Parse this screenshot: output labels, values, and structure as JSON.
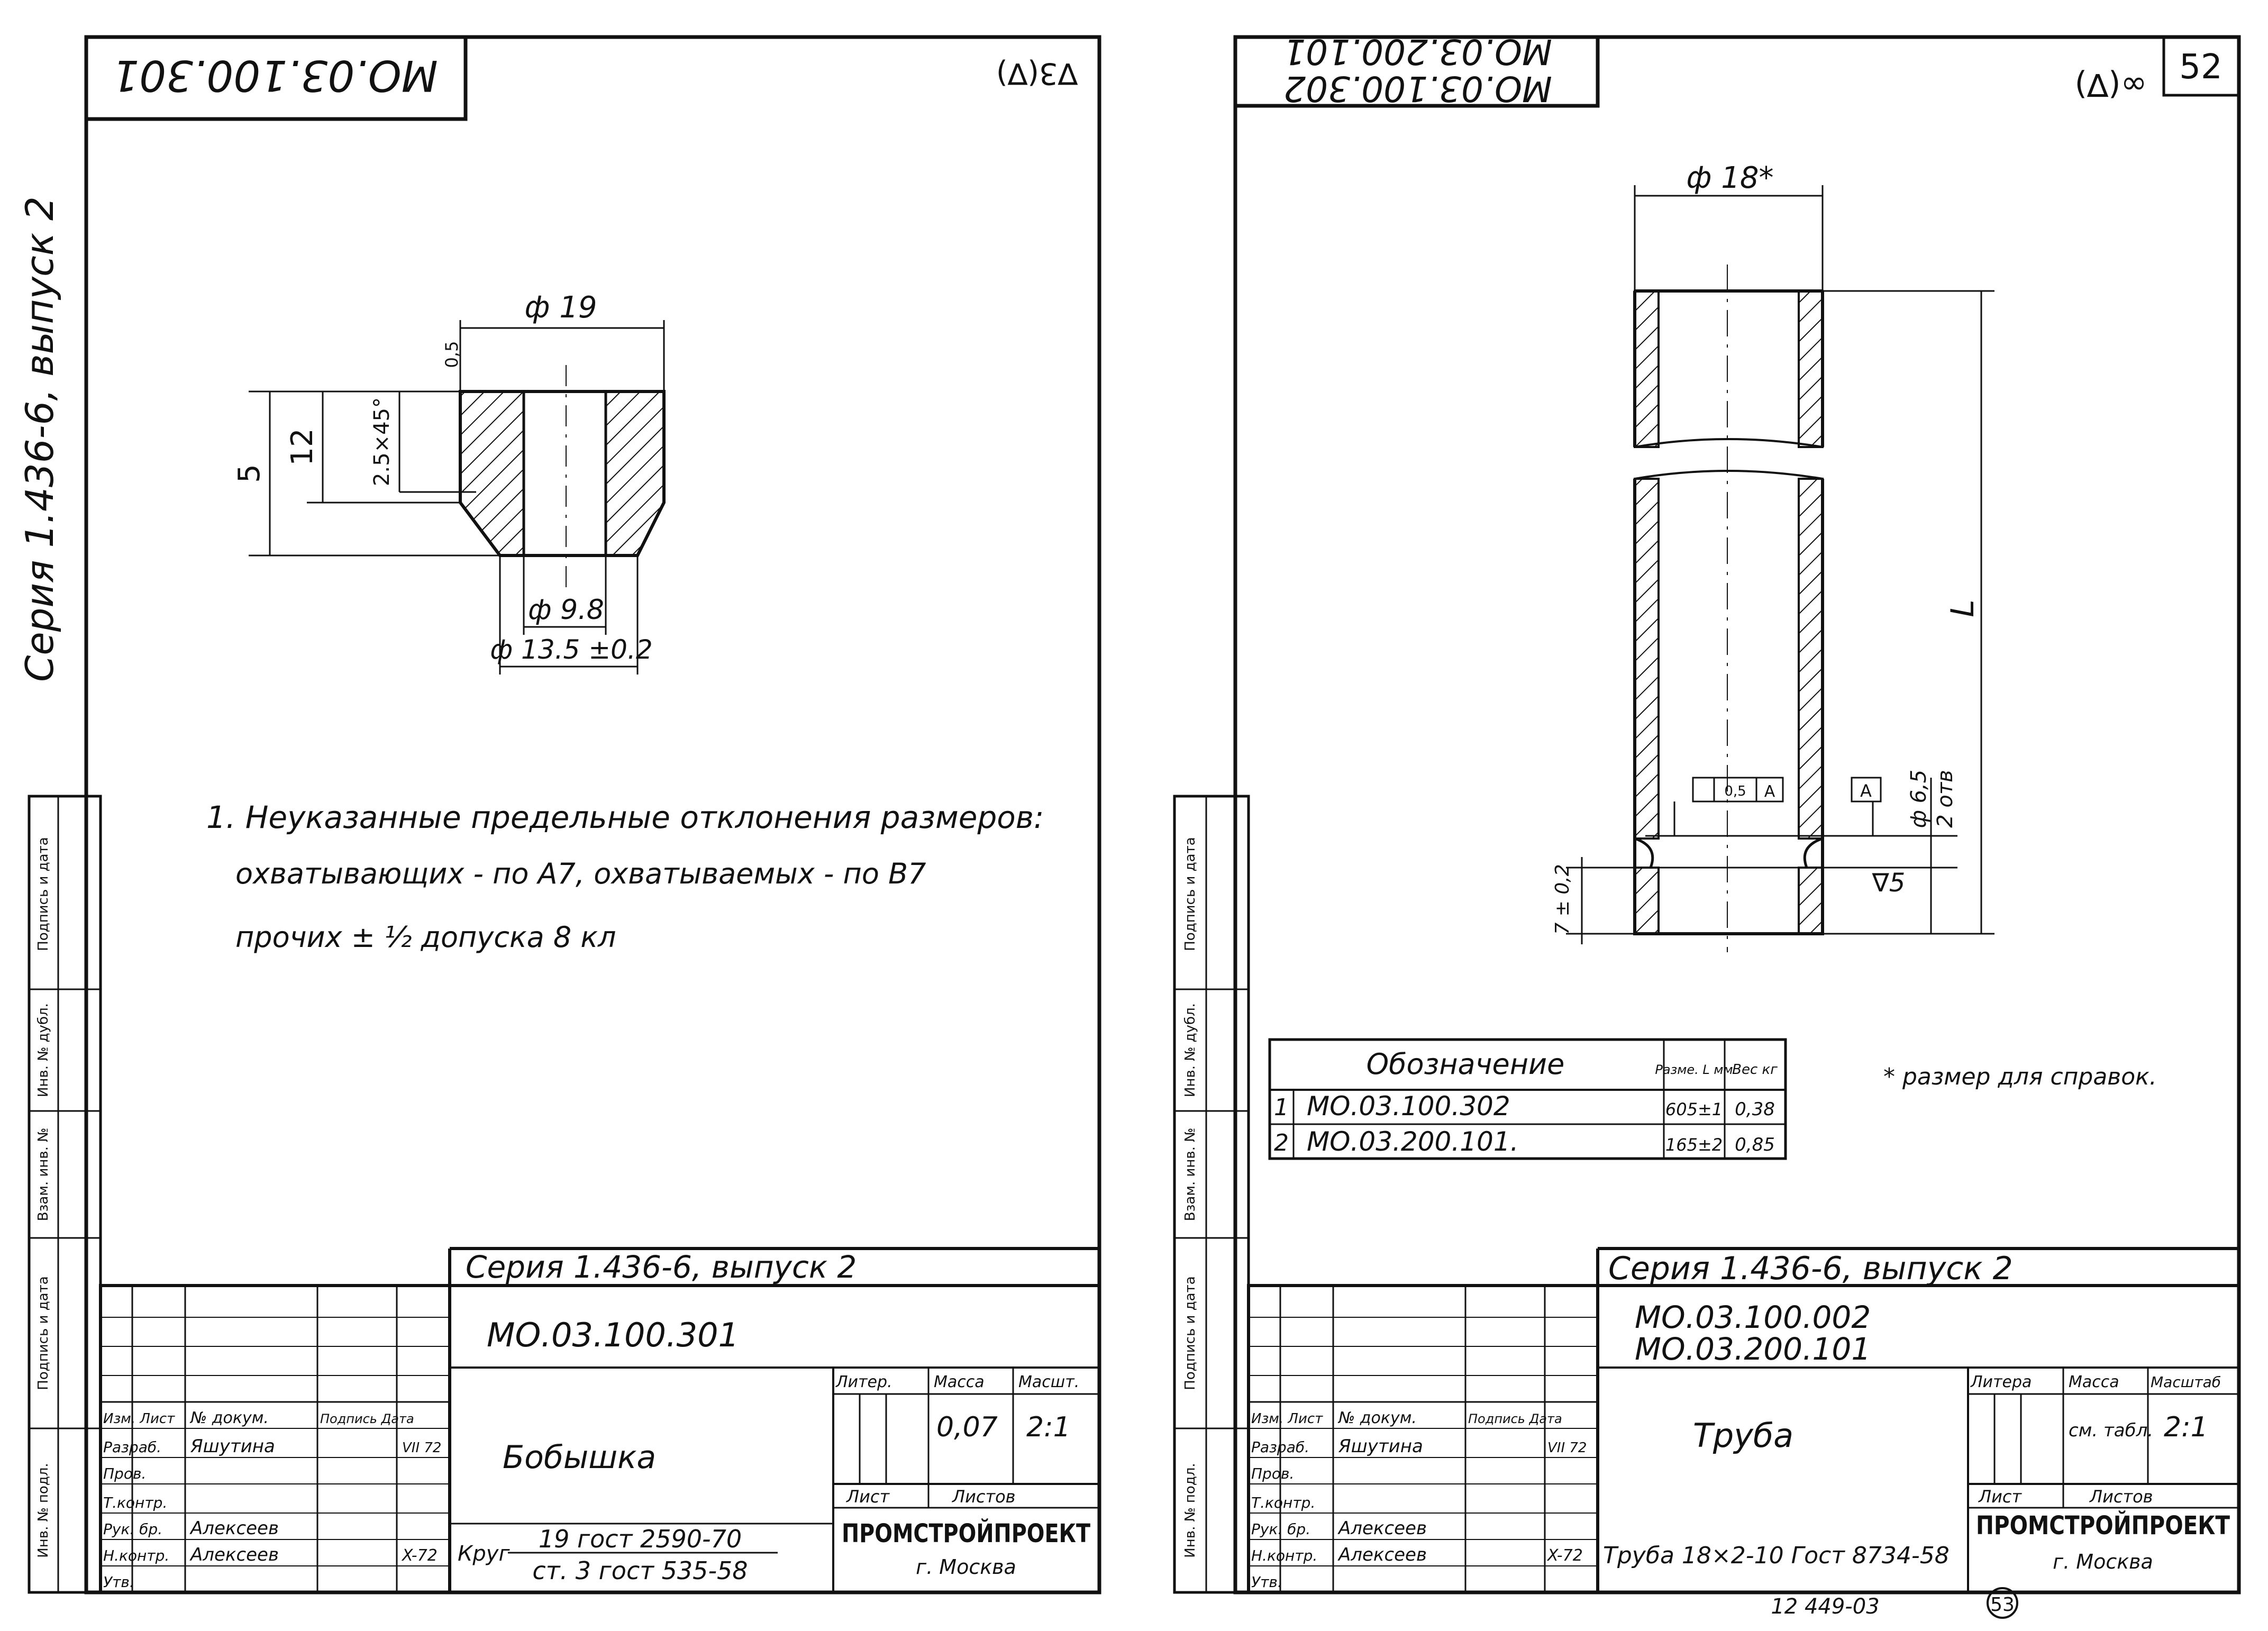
{
  "left_sheet": {
    "code_top": "МО.03.100.301",
    "corner_mark": "∇3(∇)",
    "series_vertical": "Серия 1.436-6, выпуск 2",
    "dims": {
      "d_top": "ф 19",
      "chamfer": "0,5",
      "h5": "5",
      "h12": "12",
      "h_chamfer": "2.5×45°",
      "d_hole": "ф 9.8",
      "d_bottom": "ф 13.5 ±0.2"
    },
    "note_lines": [
      "1. Неуказанные предельные отклонения размеров:",
      "охватывающих - по А7, охватываемых - по В7",
      "прочих ± ½ допуска 8 кл"
    ],
    "title_block": {
      "series": "Серия 1.436-6,   выпуск 2",
      "designation": "МО.03.100.301",
      "name": "Бобышка",
      "col_litera": "Литер.",
      "col_massa": "Масса",
      "col_masht": "Масшт.",
      "massa": "0,07",
      "masht": "2:1",
      "col_list": "Лист",
      "col_listov": "Листов",
      "material_top": "19 гост 2590-70",
      "material_prefix": "Круг",
      "material_bottom": "ст. 3 гост 535-58",
      "org": "ПРОМСТРОЙПРОЕКТ",
      "city": "г. Москва",
      "rows": [
        {
          "role": "Изм. Лист",
          "name": "№ докум.",
          "date": "Подпись Дата"
        },
        {
          "role": "Разраб.",
          "name": "Яшутина",
          "date": "VII 72"
        },
        {
          "role": "Пров.",
          "name": "",
          "date": ""
        },
        {
          "role": "Т.контр.",
          "name": "",
          "date": ""
        },
        {
          "role": "Рук. бр.",
          "name": "Алексеев",
          "date": ""
        },
        {
          "role": "Н.контр.",
          "name": "Алексеев",
          "date": "X-72"
        },
        {
          "role": "Утв.",
          "name": "",
          "date": ""
        }
      ]
    },
    "left_strip_labels": [
      "Инв. № подл.",
      "Подпись и дата",
      "Взам. инв. №",
      "Инв. № дубл.",
      "Подпись и дата"
    ]
  },
  "right_sheet": {
    "code_top_1": "МО.03.100.302",
    "code_top_2": "МО.03.200.101",
    "corner_mark": "∞(∇)",
    "sheet_num": "52",
    "dims": {
      "d_top": "ф 18*",
      "len": "L",
      "holes": "ф 6,5",
      "holes2": "2 отв",
      "tol": "0,5",
      "tol_ref": "А",
      "ref": "А",
      "d5": "∇5",
      "h7": "7 ± 0,2"
    },
    "variants": {
      "header_designation": "Обозначение",
      "header_len": "Разме. L мм",
      "header_weight": "Вес кг",
      "rows": [
        {
          "n": "1",
          "designation": "МО.03.100.302",
          "len": "605±1",
          "weight": "0,38"
        },
        {
          "n": "2",
          "designation": "МО.03.200.101.",
          "len": "165±2",
          "weight": "0,85"
        }
      ]
    },
    "ref_note": "* размер для справок.",
    "title_block": {
      "series": "Серия 1.436-6,  выпуск 2",
      "designation_1": "МО.03.100.002",
      "designation_2": "МО.03.200.101",
      "name": "Труба",
      "col_litera": "Литера",
      "col_massa": "Масса",
      "col_masht": "Масштаб",
      "massa": "см. табл.",
      "masht": "2:1",
      "col_list": "Лист",
      "col_listov": "Листов",
      "material": "Труба 18×2-10 Гост 8734-58",
      "org": "ПРОМСТРОЙПРОЕКТ",
      "city": "г. Москва",
      "rows": [
        {
          "role": "Изм. Лист",
          "name": "№ докум.",
          "date": "Подпись Дата"
        },
        {
          "role": "Разраб.",
          "name": "Яшутина",
          "date": "VII 72"
        },
        {
          "role": "Пров.",
          "name": "",
          "date": ""
        },
        {
          "role": "Т.контр.",
          "name": "",
          "date": ""
        },
        {
          "role": "Рук. бр.",
          "name": "Алексеев",
          "date": ""
        },
        {
          "role": "Н.контр.",
          "name": "Алексеев",
          "date": "X-72"
        },
        {
          "role": "Утв.",
          "name": "",
          "date": ""
        }
      ]
    },
    "left_strip_labels": [
      "Инв. № подл.",
      "Подпись и дата",
      "Взам. инв. №",
      "Инв. № дубл.",
      "Подпись и дата"
    ],
    "bottom_code": "12 449-03",
    "bottom_num": "53"
  }
}
